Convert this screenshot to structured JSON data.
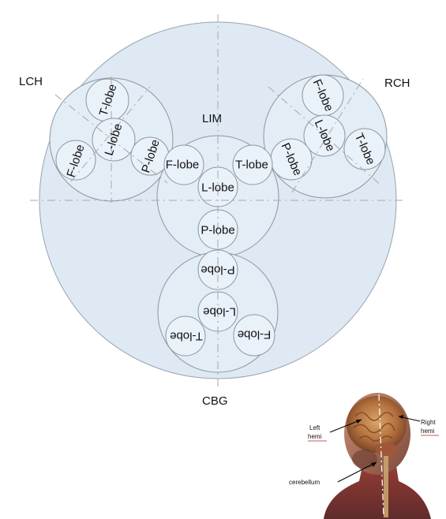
{
  "groups": {
    "lch": "LCH",
    "rch": "RCH",
    "lim": "LIM",
    "cbg": "CBG"
  },
  "lobes": {
    "lch_t": "T-lobe",
    "lch_l": "L-lobe",
    "lch_f": "F-lobe",
    "lch_p": "P-lobe",
    "rch_f": "F-lobe",
    "rch_l": "L-lobe",
    "rch_p": "P-lobe",
    "rch_t": "T-lobe",
    "lim_f": "F-lobe",
    "lim_t": "T-lobe",
    "lim_l": "L-lobe",
    "lim_p": "P-lobe",
    "cbg_p": "P-lobe",
    "cbg_l": "L-lobe",
    "cbg_t": "T-lobe",
    "cbg_f": "F-lobe"
  },
  "inset": {
    "left_line1": "Left",
    "left_line2": "hemi",
    "right_line1": "Right",
    "right_line2": "hemi",
    "cerebellum": "cerebellum"
  }
}
